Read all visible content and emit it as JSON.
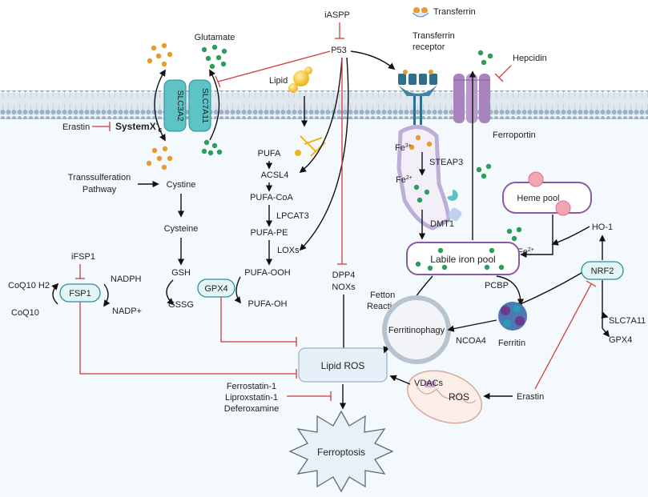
{
  "labels": {
    "iaspp": "iASPP",
    "transferrin": "Transferrin",
    "glutamate": "Glutamate",
    "p53": "P53",
    "transferrin_receptor_1": "Transferrin",
    "transferrin_receptor_2": "receptor",
    "hepcidin": "Hepcidin",
    "slc3a2": "SLC3A2",
    "slc7a11": "SLC7A11",
    "lipid": "Lipid",
    "ferroportin": "Ferroportin",
    "erastin_left": "Erastin",
    "system_xc": "SystemX",
    "system_xc_sup": "-",
    "system_xc_sub": "c",
    "pufa": "PUFA",
    "acsl4": "ACSL4",
    "fe3": "Fe",
    "fe3_sup": "3+",
    "steap3": "STEAP3",
    "fe2_endo": "Fe",
    "fe2_endo_sup": "2+",
    "transsulf_1": "Transsulferation",
    "transsulf_2": "Pathway",
    "cystine": "Cystine",
    "pufa_coa": "PUFA-CoA",
    "lpcat3": "LPCAT3",
    "heme_pool": "Heme pool",
    "dmt1": "DMT1",
    "cysteine": "Cysteine",
    "pufa_pe": "PUFA-PE",
    "ho1": "HO-1",
    "lox": "LOXs",
    "ifsp1": "iFSP1",
    "fe2_cyt": "Fe",
    "fe2_cyt_sup": "2+",
    "labile_iron_pool": "Labile iron pool",
    "gsh": "GSH",
    "gpx4_box": "GPX4",
    "pufa_ooh": "PUFA-OOH",
    "dpp4": "DPP4",
    "noxs": "NOXs",
    "nrf2": "NRF2",
    "coq10h2": "CoQ10 H2",
    "nadph": "NADPH",
    "fsp1": "FSP1",
    "pcbp": "PCBP",
    "gssg": "GSSG",
    "pufa_oh": "PUFA-OH",
    "coq10": "CoQ10",
    "nadp": "NADP+",
    "fetton_1": "Fetton",
    "fetton_2": "Reaction",
    "slc7a11_right": "SLC7A11",
    "ferritinophagy": "Ferritinophagy",
    "ncoa4": "NCOA4",
    "ferritin": "Ferritin",
    "gpx4_right": "GPX4",
    "lipid_ros": "Lipid ROS",
    "vdacs": "VDACs",
    "ferrostatin": "Ferrostatin-1",
    "liproxstatin": "Liproxstatin-1",
    "deferoxamine": "Deferoxamine",
    "ros": "ROS",
    "erastin_right": "Erastin",
    "ferroptosis": "Ferroptosis"
  },
  "colors": {
    "membrane": "#a7bccd",
    "cytoplasm": "#f4f9fd",
    "box_fill": "#e3f4f6",
    "box_stroke": "#2a8e9c",
    "pool_stroke": "#8a5aa8",
    "inhibition": "#d23a3a",
    "iron_green": "#2f9d5a",
    "iron_orange": "#e59c2a"
  }
}
